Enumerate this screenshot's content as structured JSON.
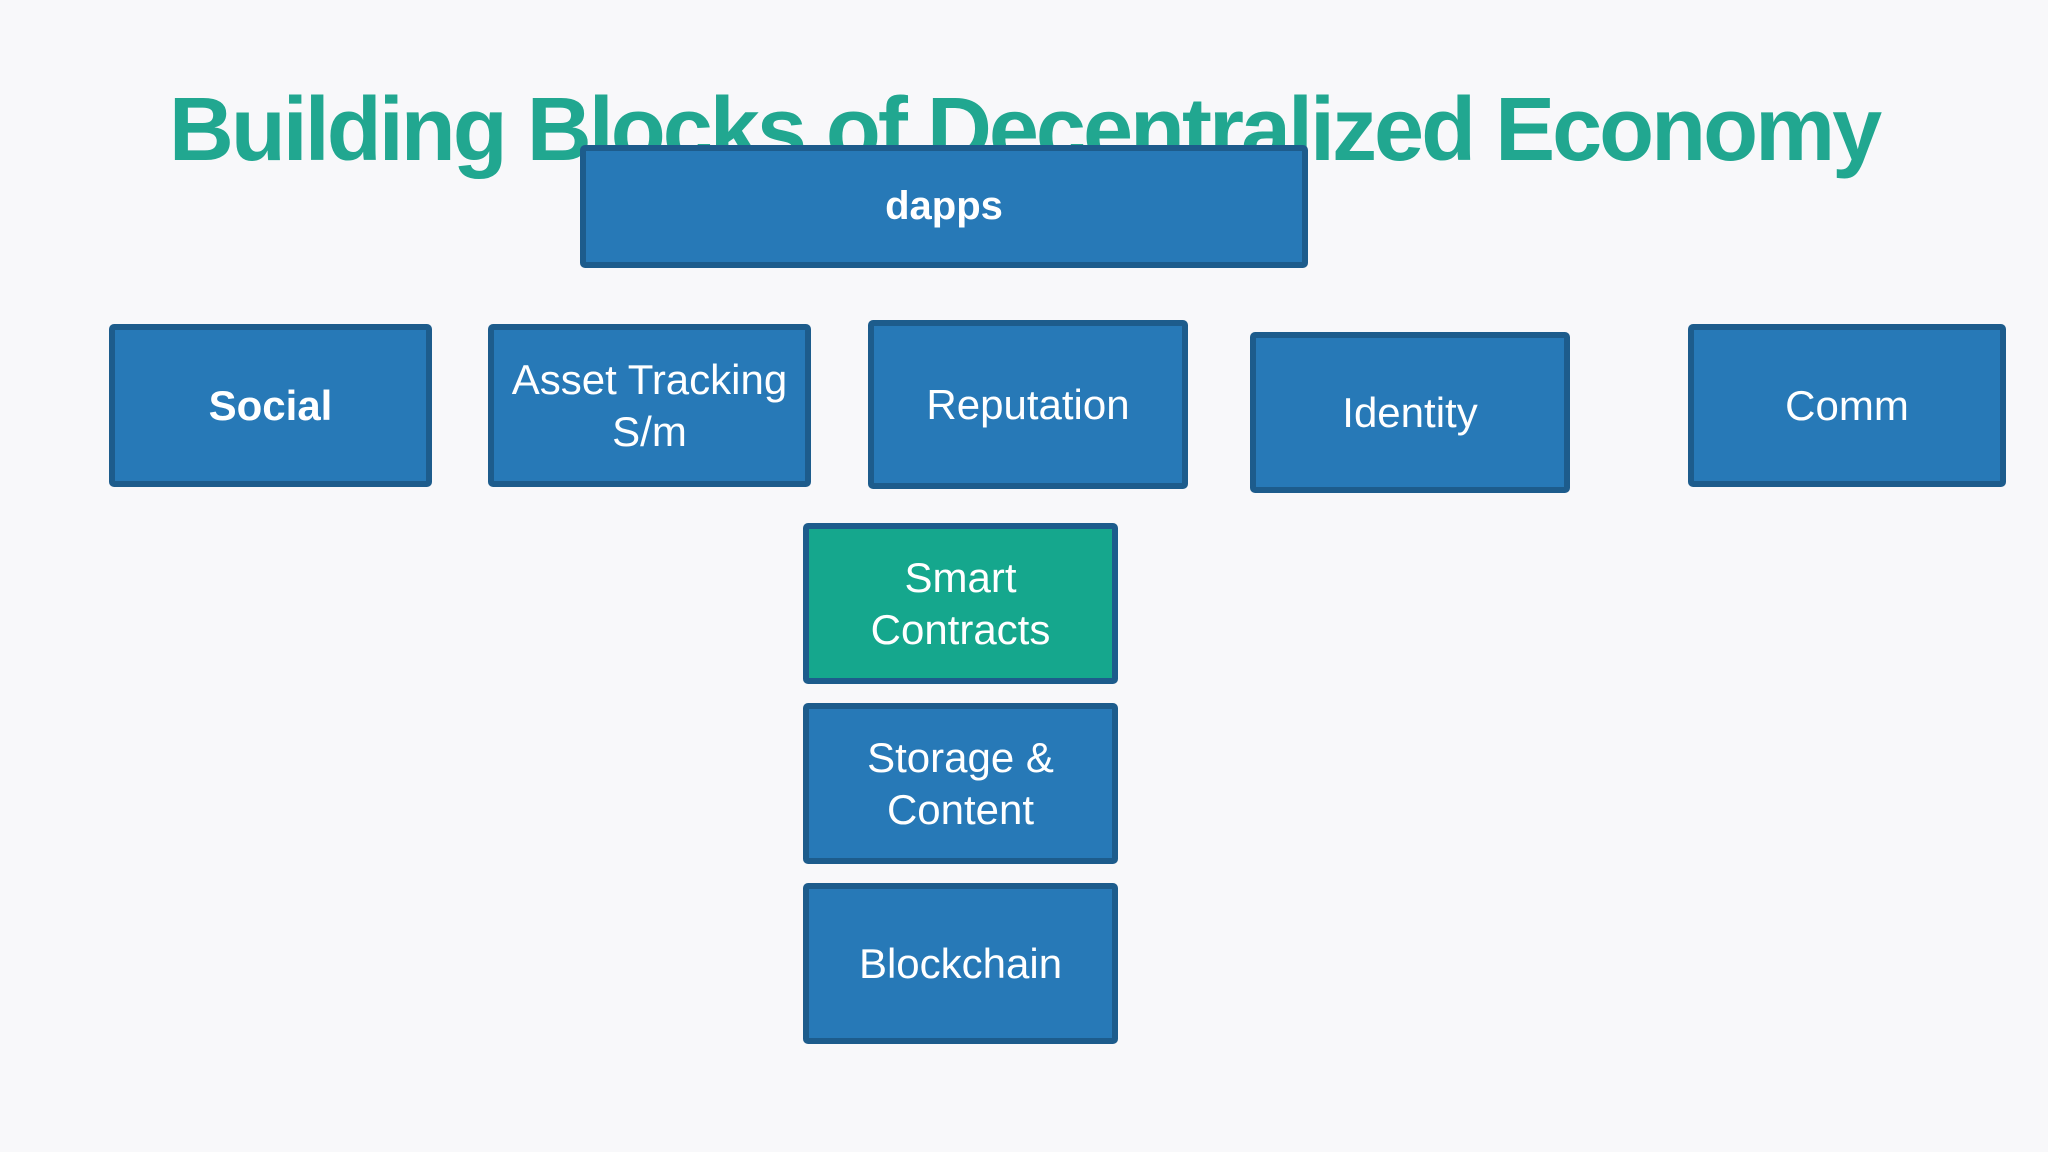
{
  "header": {
    "title": "Building Blocks of Decentralized Economy"
  },
  "colors": {
    "background": "#f8f8fa",
    "title_text": "#21a790",
    "node_fill_blue": "#2779b7",
    "node_fill_teal": "#15a78d",
    "node_border": "#1d5c8c",
    "node_text": "#ffffff"
  },
  "diagram": {
    "nodes": {
      "dapps": {
        "label": "dapps"
      },
      "social": {
        "label": "Social"
      },
      "asset_tracking": {
        "label": "Asset Tracking\nS/m"
      },
      "reputation": {
        "label": "Reputation"
      },
      "identity": {
        "label": "Identity"
      },
      "comm": {
        "label": "Comm"
      },
      "smart_contracts": {
        "label": "Smart\nContracts"
      },
      "storage_content": {
        "label": "Storage &\nContent"
      },
      "blockchain": {
        "label": "Blockchain"
      }
    }
  }
}
